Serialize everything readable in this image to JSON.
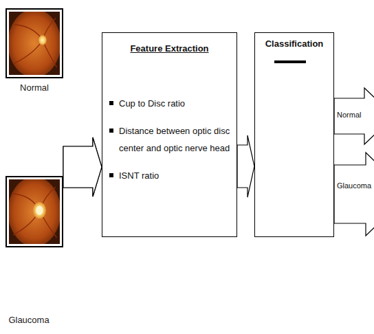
{
  "diagram": {
    "nodes": [
      {
        "text": [
          "Normal"
        ]
      },
      {
        "text": [
          "Glaucoma"
        ]
      },
      {
        "text": [
          "Feature Extraction",
          "Cup to Disc ratio",
          "Distance between optic disc center and optic nerve head",
          "ISNT ratio"
        ]
      },
      {
        "text": [
          "Classification"
        ]
      },
      {
        "text": [
          "Normal"
        ]
      },
      {
        "text": [
          "Glaucoma"
        ]
      }
    ],
    "edges": [
      {
        "from": 0,
        "to": 2,
        "arrow": "to"
      },
      {
        "from": 1,
        "to": 2,
        "arrow": "to"
      },
      {
        "from": 2,
        "to": 3,
        "arrow": "to"
      }
    ]
  }
}
